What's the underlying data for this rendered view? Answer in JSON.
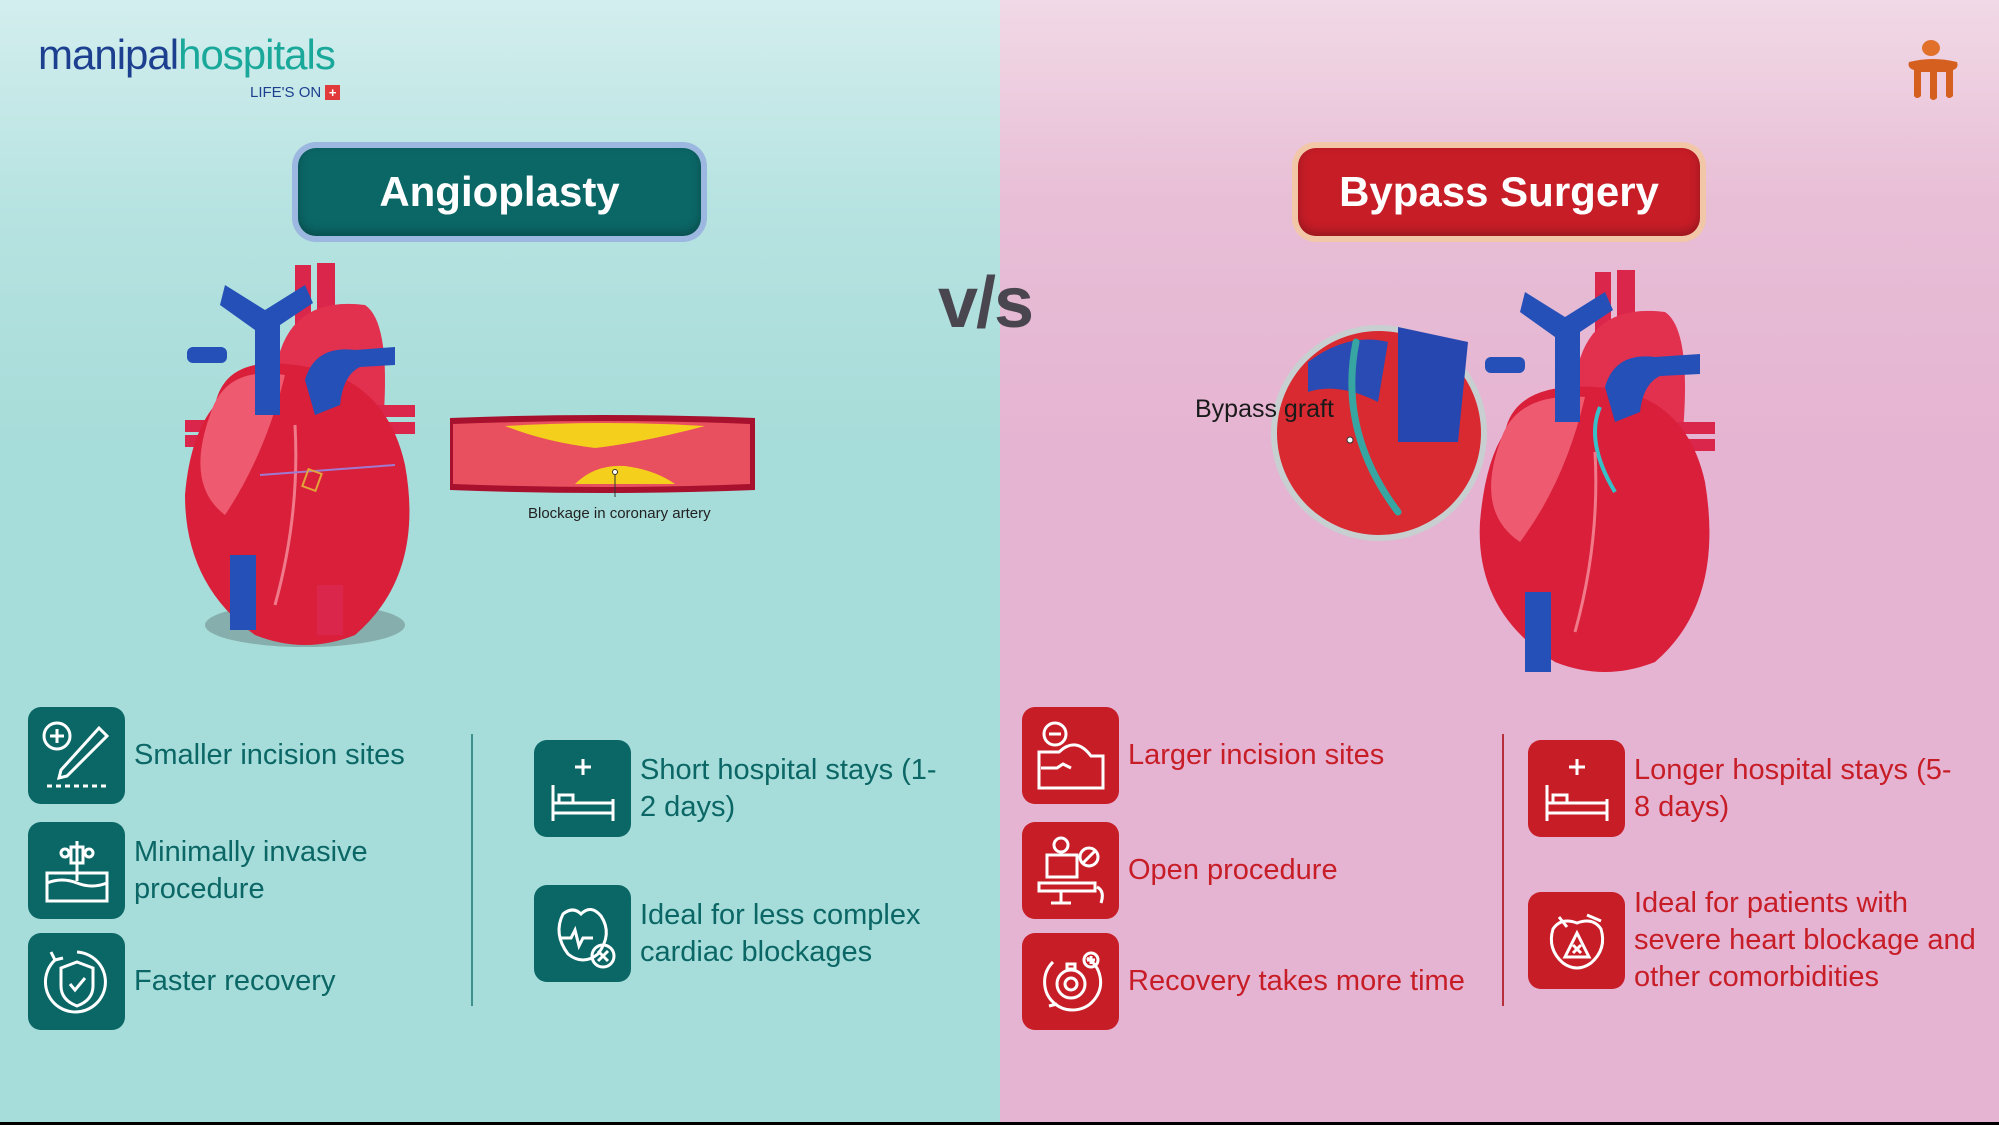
{
  "brand": {
    "logo_primary": "manipal",
    "logo_secondary": "hospitals",
    "tagline": "LIFE'S ON",
    "tagline_icon": "plus-cross-icon",
    "corner_mark_icon": "manipal-figure-mark-icon"
  },
  "comparison": {
    "separator": "v/s",
    "left": {
      "title": "Angioplasty",
      "accent_color": "#0b6766",
      "illustration": "heart-with-blocked-artery",
      "annotation": "Blockage in coronary artery",
      "items": [
        {
          "icon": "scalpel-incision-icon",
          "text": "Smaller incision sites"
        },
        {
          "icon": "minimally-invasive-probe-icon",
          "text": "Minimally invasive procedure"
        },
        {
          "icon": "shield-check-recovery-icon",
          "text": "Faster recovery"
        },
        {
          "icon": "hospital-bed-icon",
          "text": "Short hospital stays (1-2 days)"
        },
        {
          "icon": "heart-ecg-cross-icon",
          "text": "Ideal for less complex cardiac blockages"
        }
      ]
    },
    "right": {
      "title": "Bypass Surgery",
      "accent_color": "#c71d27",
      "illustration": "heart-with-bypass-graft",
      "annotation": "Bypass graft",
      "items": [
        {
          "icon": "surgical-incision-icon",
          "text": "Larger incision sites"
        },
        {
          "icon": "surgeon-operating-table-icon",
          "text": "Open procedure"
        },
        {
          "icon": "stopwatch-recovery-icon",
          "text": "Recovery takes more time"
        },
        {
          "icon": "hospital-bed-icon",
          "text": "Longer hospital stays (5-8 days)"
        },
        {
          "icon": "heart-warning-icon",
          "text": "Ideal for patients with severe heart blockage and other comorbidities"
        }
      ]
    }
  }
}
